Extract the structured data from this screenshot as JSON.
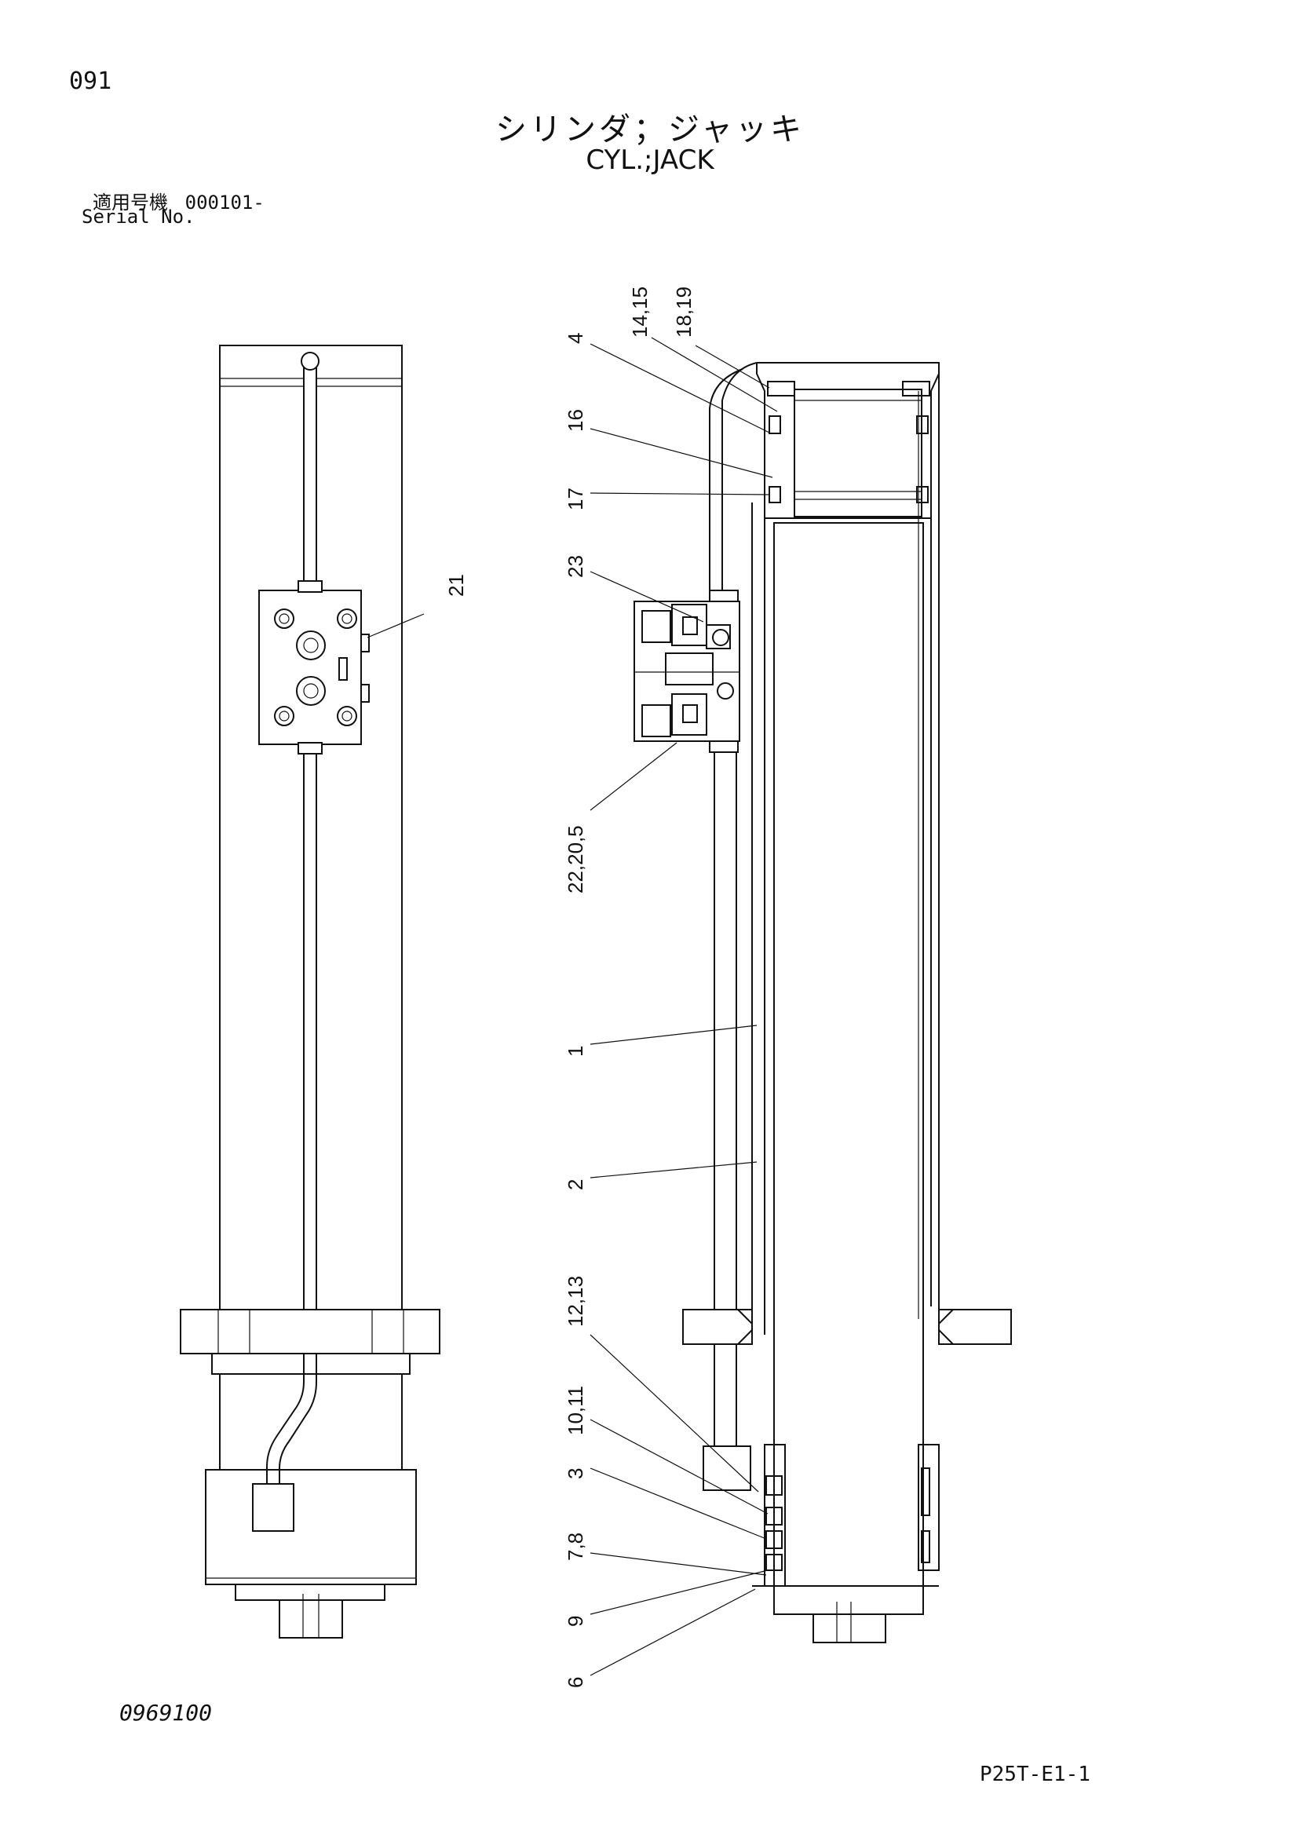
{
  "header": {
    "page_number": "091",
    "title_ja": "シリンダ；ジャッキ",
    "title_en": "CYL.;JACK",
    "serial_label_ja": "適用号機",
    "serial_value": "000101-",
    "serial_label_en": "Serial No."
  },
  "footer": {
    "doc_id": "0969100",
    "page_code": "P25T-E1-1"
  },
  "callouts": {
    "c21": "21",
    "c4": "4",
    "c14_15": "14,15",
    "c18_19": "18,19",
    "c16": "16",
    "c17": "17",
    "c23": "23",
    "c22_20_5": "22,20,5",
    "c1": "1",
    "c2": "2",
    "c12_13": "12,13",
    "c10_11": "10,11",
    "c3": "3",
    "c7_8": "7,8",
    "c9": "9",
    "c6": "6"
  }
}
